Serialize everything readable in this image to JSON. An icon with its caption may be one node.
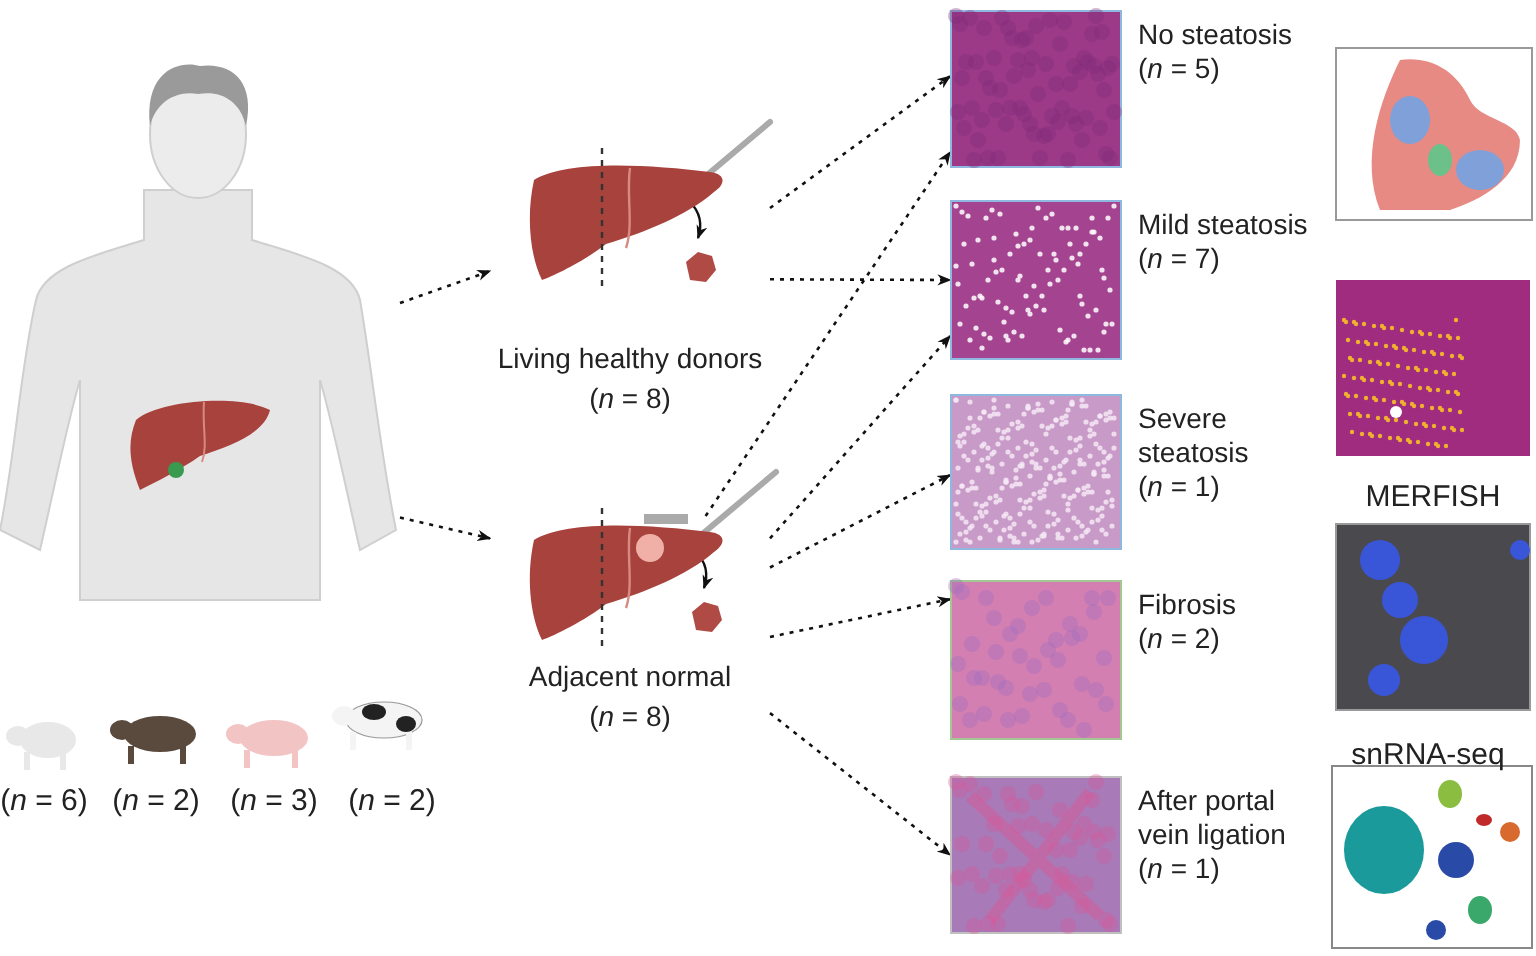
{
  "diagram": {
    "nodes": [
      {
        "text": [],
        "shape": "person"
      },
      {
        "text": [
          "Living healthy donors",
          "(*n* = 8)"
        ]
      },
      {
        "text": [
          "Adjacent normal",
          "(*n* = 8)"
        ]
      },
      {
        "text": [],
        "shape": "picture",
        "beside": [
          "No steatosis",
          "(*n* = 5)"
        ]
      },
      {
        "text": [],
        "shape": "picture",
        "beside": [
          "Mild steatosis",
          "(*n* = 7)"
        ]
      },
      {
        "text": [],
        "shape": "picture",
        "beside": [
          "Severe steatosis",
          "(*n* = 1)"
        ]
      },
      {
        "text": [],
        "shape": "picture",
        "beside": [
          "Fibrosis",
          "(*n* = 2)"
        ]
      },
      {
        "text": [],
        "shape": "picture",
        "beside": [
          "After portal vein ligation",
          "(*n* = 1)"
        ]
      }
    ],
    "edges": [
      {
        "from": 0,
        "to": 1,
        "arrow": "to",
        "style": "dashed"
      },
      {
        "from": 0,
        "to": 2,
        "arrow": "to",
        "style": "dashed"
      },
      {
        "from": 1,
        "to": 3,
        "arrow": "to",
        "style": "dashed"
      },
      {
        "from": 1,
        "to": 4,
        "arrow": "to",
        "style": "dashed"
      },
      {
        "from": 2,
        "to": 3,
        "arrow": "to",
        "style": "dashed"
      },
      {
        "from": 2,
        "to": 4,
        "arrow": "to",
        "style": "dashed"
      },
      {
        "from": 2,
        "to": 5,
        "arrow": "to",
        "style": "dashed"
      },
      {
        "from": 2,
        "to": 6,
        "arrow": "to",
        "style": "dashed"
      },
      {
        "from": 2,
        "to": 7,
        "arrow": "to",
        "style": "dashed"
      }
    ],
    "labels": [
      "(*n* = 6)",
      "(*n* = 2)",
      "(*n* = 3)",
      "(*n* = 2)",
      "MERFISH",
      "snRNA-seq"
    ]
  }
}
